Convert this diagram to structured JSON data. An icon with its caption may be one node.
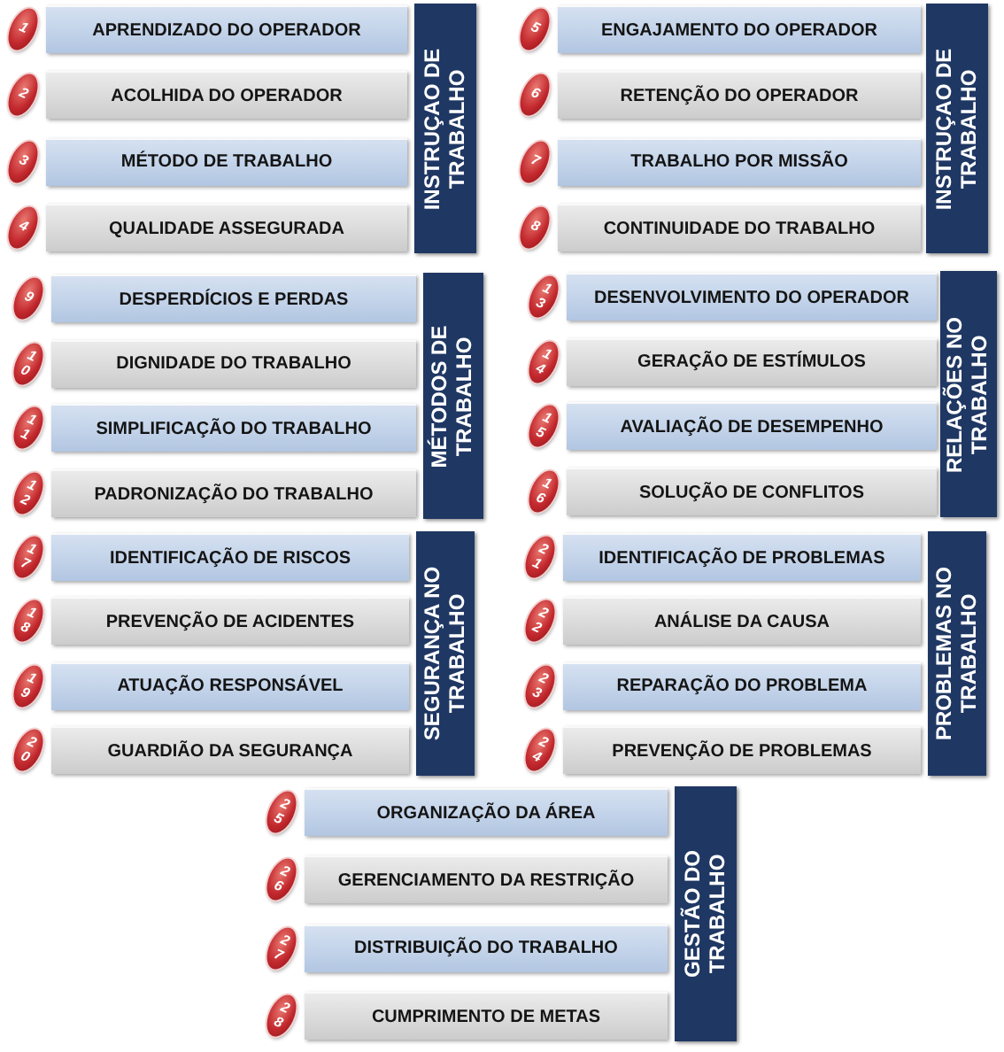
{
  "diagram": {
    "nodes": [
      {
        "text": [
          "1"
        ]
      },
      {
        "text": [
          "APRENDIZADO DO OPERADOR"
        ]
      },
      {
        "text": [
          "2"
        ]
      },
      {
        "text": [
          "ACOLHIDA DO OPERADOR"
        ]
      },
      {
        "text": [
          "3"
        ]
      },
      {
        "text": [
          "MÉTODO DE TRABALHO"
        ]
      },
      {
        "text": [
          "4"
        ]
      },
      {
        "text": [
          "QUALIDADE ASSEGURADA"
        ]
      },
      {
        "text": [
          "INSTRUÇAO DE TRABALHO"
        ]
      },
      {
        "text": [
          "5"
        ]
      },
      {
        "text": [
          "ENGAJAMENTO DO OPERADOR"
        ]
      },
      {
        "text": [
          "6"
        ]
      },
      {
        "text": [
          "RETENÇÃO DO OPERADOR"
        ]
      },
      {
        "text": [
          "7"
        ]
      },
      {
        "text": [
          "TRABALHO POR MISSÃO"
        ]
      },
      {
        "text": [
          "8"
        ]
      },
      {
        "text": [
          "CONTINUIDADE DO TRABALHO"
        ]
      },
      {
        "text": [
          "INSTRUÇAO DE TRABALHO"
        ]
      },
      {
        "text": [
          "9"
        ]
      },
      {
        "text": [
          "DESPERDÍCIOS E PERDAS"
        ]
      },
      {
        "text": [
          "10"
        ]
      },
      {
        "text": [
          "DIGNIDADE DO TRABALHO"
        ]
      },
      {
        "text": [
          "11"
        ]
      },
      {
        "text": [
          "SIMPLIFICAÇÃO DO TRABALHO"
        ]
      },
      {
        "text": [
          "12"
        ]
      },
      {
        "text": [
          "PADRONIZAÇÃO DO TRABALHO"
        ]
      },
      {
        "text": [
          "MÉTODOS DE TRABALHO"
        ]
      },
      {
        "text": [
          "13"
        ]
      },
      {
        "text": [
          "DESENVOLVIMENTO DO OPERADOR"
        ]
      },
      {
        "text": [
          "14"
        ]
      },
      {
        "text": [
          "GERAÇÃO DE ESTÍMULOS"
        ]
      },
      {
        "text": [
          "15"
        ]
      },
      {
        "text": [
          "AVALIAÇÃO DE DESEMPENHO"
        ]
      },
      {
        "text": [
          "16"
        ]
      },
      {
        "text": [
          "SOLUÇÃO DE CONFLITOS"
        ]
      },
      {
        "text": [
          "RELAÇÕES NO TRABALHO"
        ]
      },
      {
        "text": [
          "17"
        ]
      },
      {
        "text": [
          "IDENTIFICAÇÃO DE RISCOS"
        ]
      },
      {
        "text": [
          "18"
        ]
      },
      {
        "text": [
          "PREVENÇÃO DE ACIDENTES"
        ]
      },
      {
        "text": [
          "19"
        ]
      },
      {
        "text": [
          "ATUAÇÃO RESPONSÁVEL"
        ]
      },
      {
        "text": [
          "20"
        ]
      },
      {
        "text": [
          "GUARDIÃO DA SEGURANÇA"
        ]
      },
      {
        "text": [
          "SEGURANÇA NO TRABALHO"
        ]
      },
      {
        "text": [
          "21"
        ]
      },
      {
        "text": [
          "IDENTIFICAÇÃO DE PROBLEMAS"
        ]
      },
      {
        "text": [
          "22"
        ]
      },
      {
        "text": [
          "ANÁLISE DA CAUSA"
        ]
      },
      {
        "text": [
          "23"
        ]
      },
      {
        "text": [
          "REPARAÇÃO DO PROBLEMA"
        ]
      },
      {
        "text": [
          "24"
        ]
      },
      {
        "text": [
          "PREVENÇÃO DE PROBLEMAS"
        ]
      },
      {
        "text": [
          "PROBLEMAS NO TRABALHO"
        ]
      },
      {
        "text": [
          "25"
        ]
      },
      {
        "text": [
          "ORGANIZAÇÃO DA ÁREA"
        ]
      },
      {
        "text": [
          "26"
        ]
      },
      {
        "text": [
          "GERENCIAMENTO DA RESTRIÇÃO"
        ]
      },
      {
        "text": [
          "27"
        ]
      },
      {
        "text": [
          "DISTRIBUIÇÃO DO TRABALHO"
        ]
      },
      {
        "text": [
          "28"
        ]
      },
      {
        "text": [
          "CUMPRIMENTO DE METAS"
        ]
      },
      {
        "text": [
          "GESTÃO DO TRABALHO"
        ]
      }
    ]
  }
}
